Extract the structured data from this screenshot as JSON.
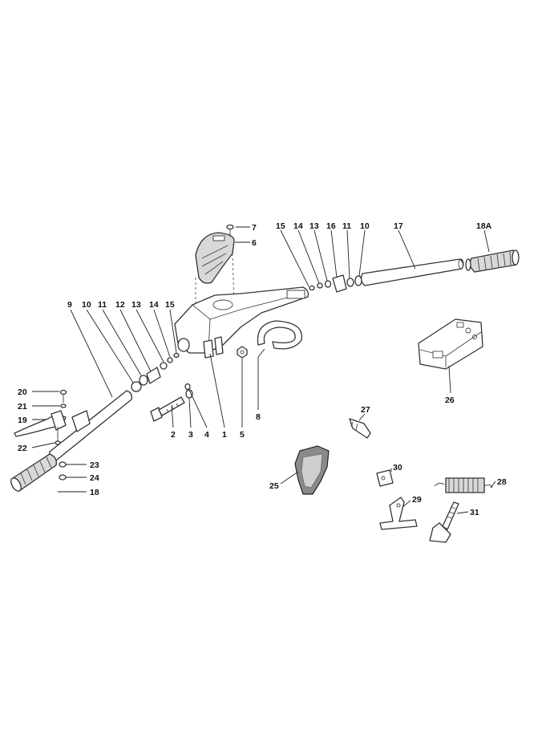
{
  "callouts": {
    "c1": "1",
    "c2": "2",
    "c3": "3",
    "c4": "4",
    "c5": "5",
    "c6": "6",
    "c7": "7",
    "c8": "8",
    "c9": "9",
    "c10a": "10",
    "c10b": "10",
    "c11a": "11",
    "c11b": "11",
    "c12": "12",
    "c13a": "13",
    "c13b": "13",
    "c14a": "14",
    "c14b": "14",
    "c15a": "15",
    "c15b": "15",
    "c16": "16",
    "c17": "17",
    "c18": "18",
    "c18a": "18A",
    "c19": "19",
    "c20": "20",
    "c21": "21",
    "c22": "22",
    "c23": "23",
    "c24": "24",
    "c25": "25",
    "c26": "26",
    "c27": "27",
    "c28": "28",
    "c29": "29",
    "c30": "30",
    "c31": "31"
  }
}
